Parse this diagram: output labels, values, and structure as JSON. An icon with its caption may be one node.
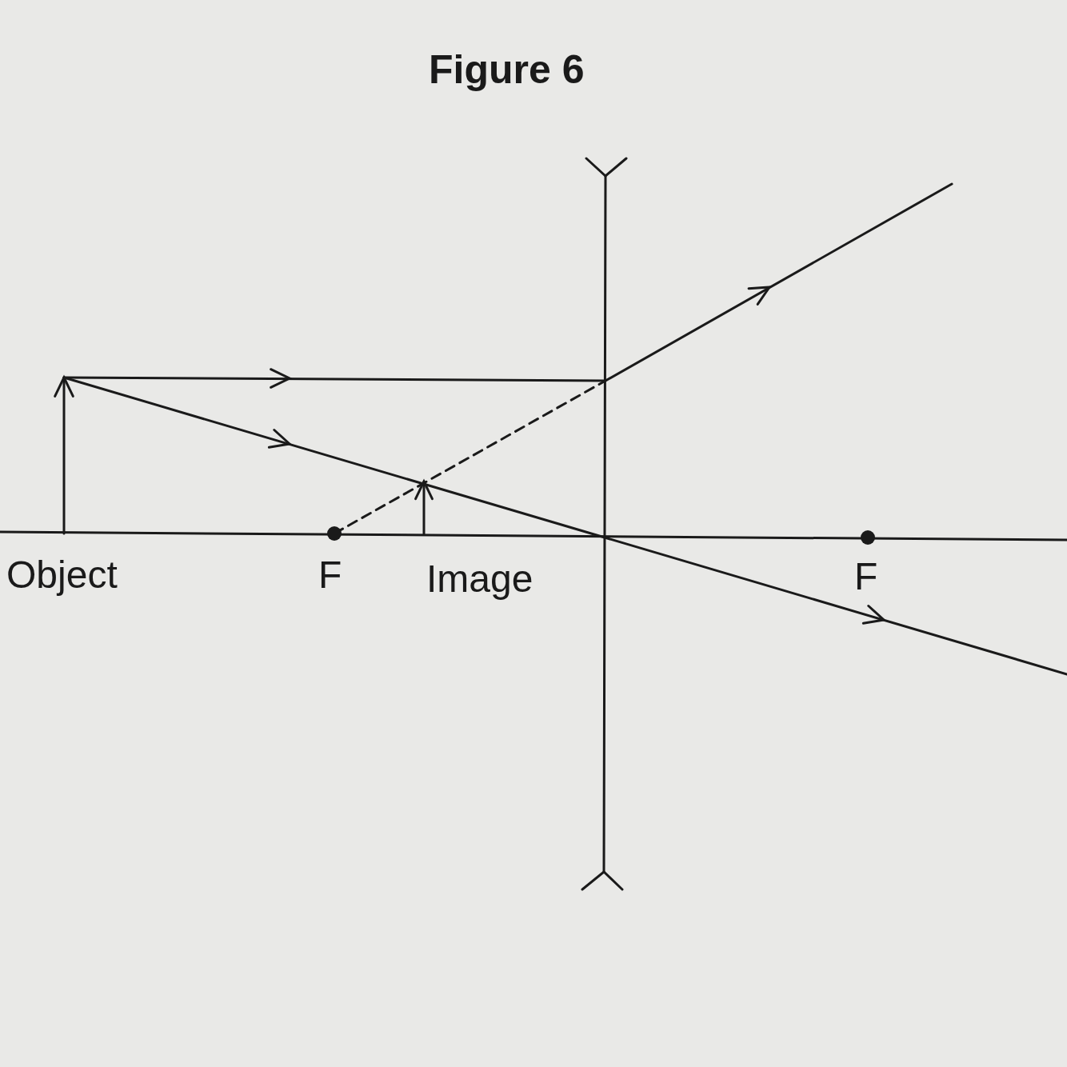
{
  "diagram": {
    "title": "Figure 6",
    "labels": [
      "Object",
      "F",
      "Image",
      "F"
    ]
  }
}
